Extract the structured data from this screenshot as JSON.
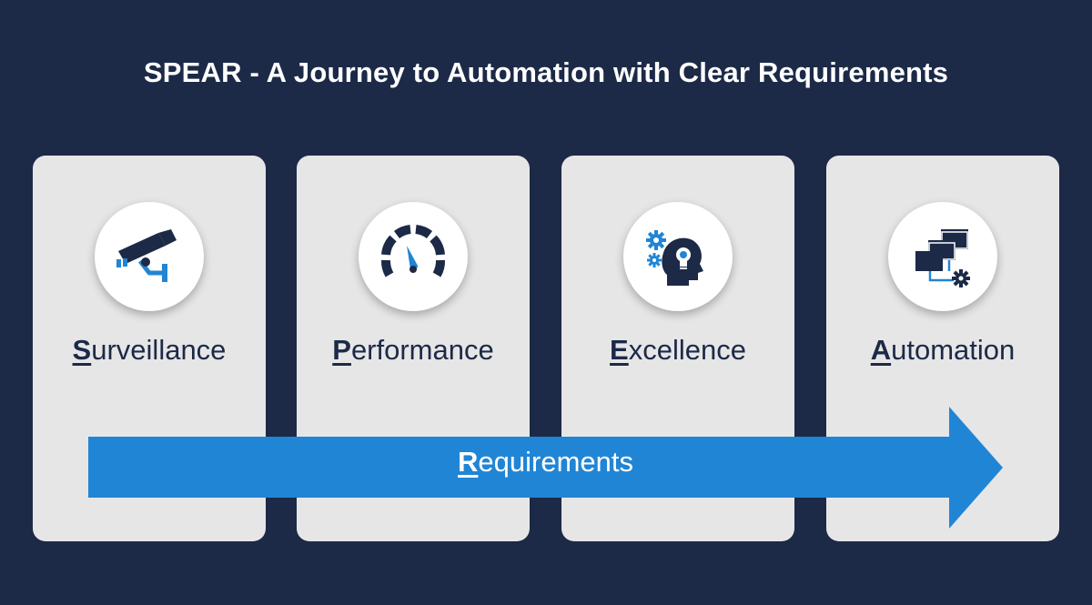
{
  "title": "SPEAR - A Journey to Automation with Clear Requirements",
  "colors": {
    "background": "#1c2a47",
    "card": "#e7e6e7",
    "arrow": "#2185d5",
    "icon_dark": "#1c2a47",
    "icon_accent": "#2185d5"
  },
  "stages": [
    {
      "first_letter": "S",
      "rest": "urveillance",
      "icon": "security-camera-icon"
    },
    {
      "first_letter": "P",
      "rest": "erformance",
      "icon": "speedometer-icon"
    },
    {
      "first_letter": "E",
      "rest": "xcellence",
      "icon": "head-lightbulb-gears-icon"
    },
    {
      "first_letter": "A",
      "rest": "utomation",
      "icon": "windows-gear-icon"
    }
  ],
  "arrow": {
    "first_letter": "R",
    "rest": "equirements"
  }
}
